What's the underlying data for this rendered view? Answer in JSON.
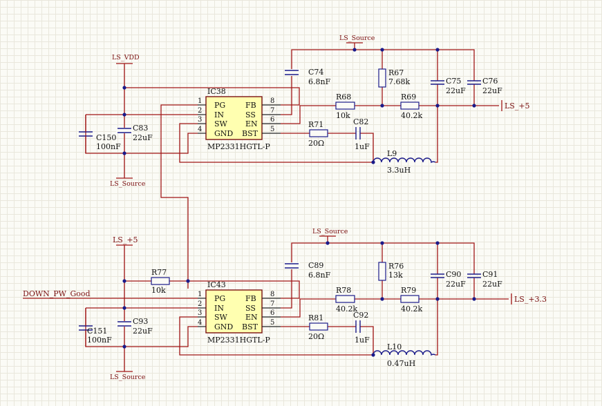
{
  "top": {
    "ic_ref": "IC38",
    "ic_part": "MP2331HGTL-P",
    "pins_left": [
      "PG",
      "IN",
      "SW",
      "GND"
    ],
    "pins_right": [
      "FB",
      "SS",
      "EN",
      "BST"
    ],
    "pin_nums_left": [
      "1",
      "2",
      "3",
      "4"
    ],
    "pin_nums_right": [
      "8",
      "7",
      "6",
      "5"
    ],
    "in_net": "LS_VDD",
    "gnd_net_top": "LS_Source",
    "gnd_net_bottom": "LS_Source",
    "out_net": "LS_+5",
    "c_in_a": {
      "ref": "C150",
      "value": "100nF"
    },
    "c_in_b": {
      "ref": "C83",
      "value": "22uF"
    },
    "c_ss": {
      "ref": "C74",
      "value": "6.8nF"
    },
    "r_top": {
      "ref": "R67",
      "value": "7.68k"
    },
    "r_fb": {
      "ref": "R68",
      "value": "10k"
    },
    "r_fb2": {
      "ref": "R69",
      "value": "40.2k"
    },
    "r_bst": {
      "ref": "R71",
      "value": "20Ω"
    },
    "c_bst": {
      "ref": "C82",
      "value": "1uF"
    },
    "c_out_a": {
      "ref": "C75",
      "value": "22uF"
    },
    "c_out_b": {
      "ref": "C76",
      "value": "22uF"
    },
    "inductor": {
      "ref": "L9",
      "value": "3.3uH"
    }
  },
  "bottom": {
    "ic_ref": "IC43",
    "ic_part": "MP2331HGTL-P",
    "pins_left": [
      "PG",
      "IN",
      "SW",
      "GND"
    ],
    "pins_right": [
      "FB",
      "SS",
      "EN",
      "BST"
    ],
    "pin_nums_left": [
      "1",
      "2",
      "3",
      "4"
    ],
    "pin_nums_right": [
      "8",
      "7",
      "6",
      "5"
    ],
    "in_net": "LS_+5",
    "pg_net": "DOWN_PW_Good",
    "gnd_net_top": "LS_Source",
    "gnd_net_bottom": "LS_Source",
    "out_net": "LS_+3.3",
    "r_pg": {
      "ref": "R77",
      "value": "10k"
    },
    "c_in_a": {
      "ref": "C151",
      "value": "100nF"
    },
    "c_in_b": {
      "ref": "C93",
      "value": "22uF"
    },
    "c_ss": {
      "ref": "C89",
      "value": "6.8nF"
    },
    "r_top": {
      "ref": "R76",
      "value": "13k"
    },
    "r_fb": {
      "ref": "R78",
      "value": "40.2k"
    },
    "r_fb2": {
      "ref": "R79",
      "value": "40.2k"
    },
    "r_bst": {
      "ref": "R81",
      "value": "20Ω"
    },
    "c_bst": {
      "ref": "C92",
      "value": "1uF"
    },
    "c_out_a": {
      "ref": "C90",
      "value": "22uF"
    },
    "c_out_b": {
      "ref": "C91",
      "value": "22uF"
    },
    "inductor": {
      "ref": "L10",
      "value": "0.47uH"
    }
  }
}
